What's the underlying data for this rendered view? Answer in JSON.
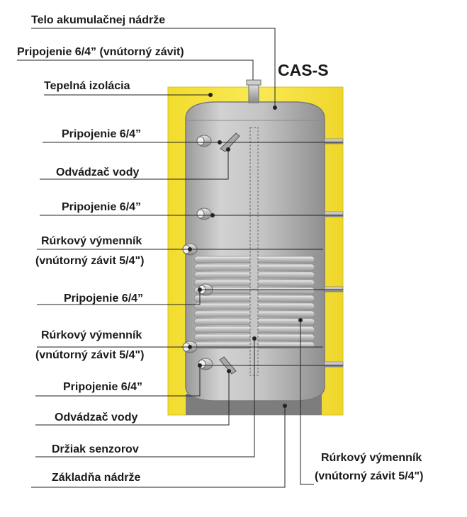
{
  "title": "CAS-S",
  "labels": {
    "tank_body": "Telo akumulačnej nádrže",
    "top_connection": "Pripojenie 6/4” (vnútorný závit)",
    "insulation": "Tepelná izolácia",
    "connection_1": "Pripojenie 6/4”",
    "water_drain_1": "Odvádzač vody",
    "connection_2": "Pripojenie 6/4”",
    "coil_upper_line1": "Rúrkový výmenník",
    "coil_upper_line2": "(vnútorný závit 5/4\")",
    "connection_3": "Pripojenie 6/4”",
    "coil_lower_line1": "Rúrkový výmenník",
    "coil_lower_line2": "(vnútorný závit 5/4\")",
    "connection_4": "Pripojenie 6/4”",
    "water_drain_2": "Odvádzač vody",
    "sensor_holder": "Držiak senzorov",
    "tank_base": "Základňa nádrže",
    "coil_right_line1": "Rúrkový výmenník",
    "coil_right_line2": "(vnútorný závit 5/4\")"
  },
  "colors": {
    "insulation": "#f5e23c",
    "insulation_edge": "#d8c21e",
    "tank": "#bdbdbd",
    "tank_dark": "#8e8e8e",
    "base": "#7d7d7d",
    "leader": "#222222"
  }
}
